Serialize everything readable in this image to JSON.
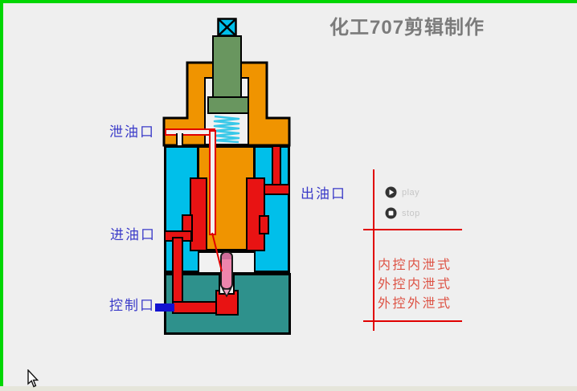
{
  "window": {
    "title": "化工707剪辑制作"
  },
  "diagram": {
    "ports": {
      "drain": "泄油口",
      "outlet": "出油口",
      "inlet": "进油口",
      "control": "控制口"
    },
    "colors": {
      "housing_orange": "#F09400",
      "chamber_cyan": "#00BFEA",
      "oil_red": "#E81313",
      "stem_green": "#69965F",
      "base_teal": "#2E918C",
      "poppet_pink": "#EE85AC",
      "control_port_blue": "#1212D0",
      "spring_cyan": "#38C8E8",
      "frame_green": "#00D602",
      "panel_line_red": "#E00000",
      "label_blue": "#3A3AC8",
      "mode_text_red": "#DD5244"
    }
  },
  "controls": {
    "play": "play",
    "stop": "stop"
  },
  "modes": [
    "内控内泄式",
    "外控内泄式",
    "外控外泄式"
  ]
}
